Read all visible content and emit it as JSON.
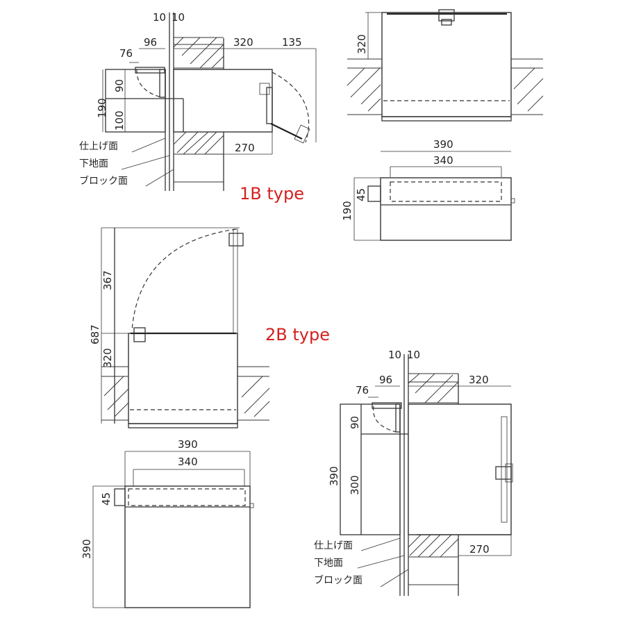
{
  "titles": {
    "type_1b": "1B type",
    "type_2b": "2B type",
    "title_color": "#d42020"
  },
  "type_1b": {
    "plan": {
      "dims": {
        "d10a": "10",
        "d10b": "10",
        "d96": "96",
        "d320": "320",
        "d135": "135",
        "d76": "76",
        "d190": "190",
        "d90": "90",
        "d100": "100",
        "d270": "270"
      },
      "layers": [
        "仕上げ面",
        "下地面",
        "ブロック面"
      ]
    },
    "elevation": {
      "d320": "320"
    },
    "front": {
      "d390": "390",
      "d340": "340",
      "d45": "45",
      "d190": "190"
    }
  },
  "type_2b": {
    "elevation": {
      "d367": "367",
      "d687": "687",
      "d320": "320"
    },
    "front": {
      "d390w": "390",
      "d340": "340",
      "d45": "45",
      "d390h": "390"
    },
    "plan": {
      "dims": {
        "d10a": "10",
        "d10b": "10",
        "d96": "96",
        "d320": "320",
        "d76": "76",
        "d90": "90",
        "d390": "390",
        "d300": "300",
        "d270": "270"
      },
      "layers": [
        "仕上げ面",
        "下地面",
        "ブロック面"
      ]
    }
  }
}
